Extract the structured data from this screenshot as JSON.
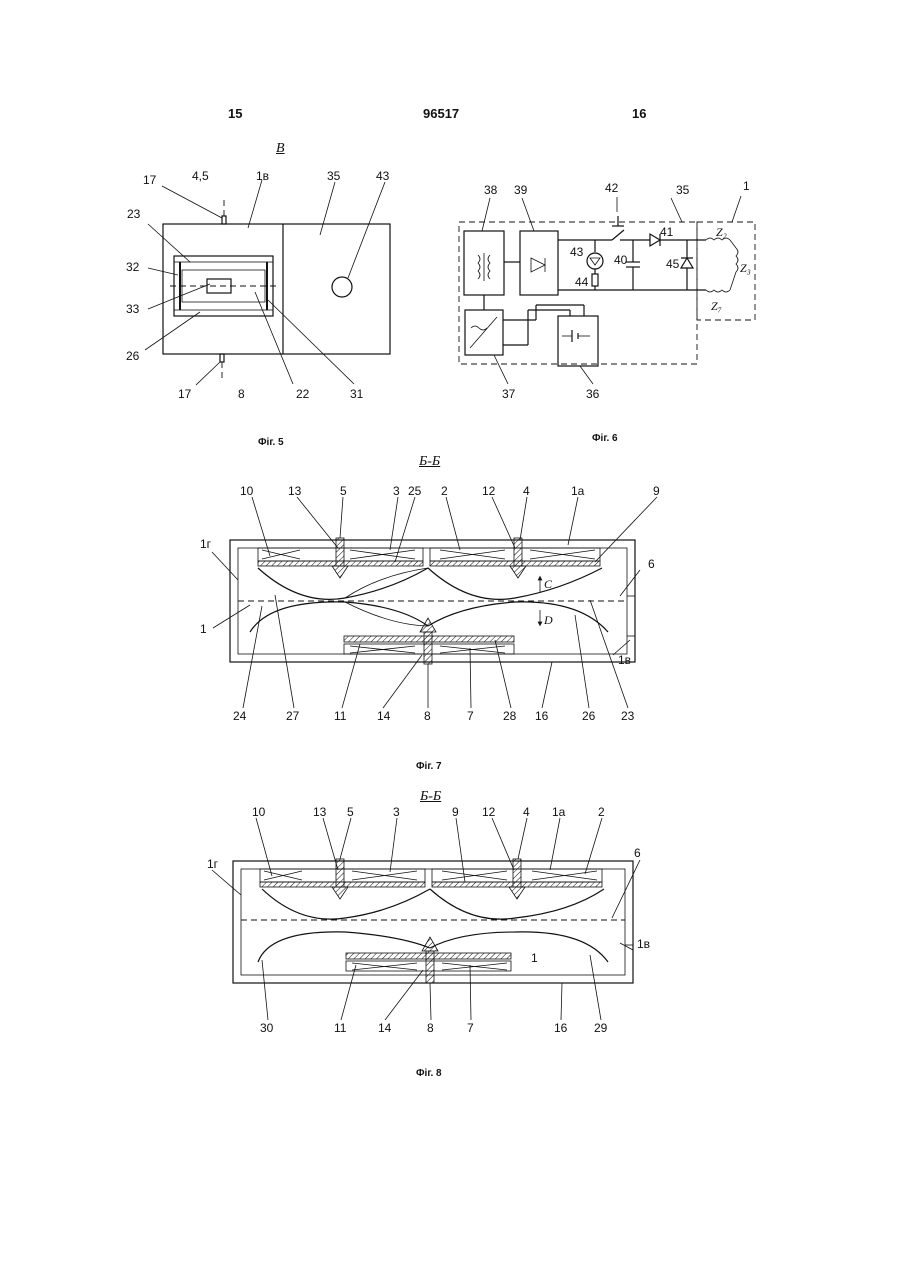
{
  "header": {
    "page_left": "15",
    "patent_number": "96517",
    "page_right": "16"
  },
  "fig5": {
    "section_label": "В",
    "caption": "Фіг. 5",
    "labels": [
      "17",
      "4,5",
      "1в",
      "35",
      "43",
      "23",
      "32",
      "33",
      "26",
      "17",
      "8",
      "22",
      "31"
    ]
  },
  "fig6": {
    "caption": "Фіг. 6",
    "labels": [
      "42",
      "35",
      "1",
      "38",
      "39",
      "41",
      "43",
      "40",
      "45",
      "44",
      "37",
      "36"
    ],
    "impedances": [
      "Z2",
      "Z3",
      "Z7"
    ]
  },
  "fig7": {
    "section_label": "Б-Б",
    "caption": "Фіг. 7",
    "labels": [
      "10",
      "13",
      "5",
      "3",
      "25",
      "2",
      "12",
      "4",
      "1а",
      "9",
      "1г",
      "6",
      "1",
      "1в",
      "24",
      "27",
      "11",
      "14",
      "8",
      "7",
      "28",
      "16",
      "26",
      "23"
    ],
    "arrows": [
      "C",
      "D"
    ]
  },
  "fig8": {
    "section_label": "Б-Б",
    "caption": "Фіг. 8",
    "labels": [
      "10",
      "13",
      "5",
      "3",
      "9",
      "12",
      "4",
      "1а",
      "2",
      "1г",
      "6",
      "1в",
      "30",
      "11",
      "14",
      "8",
      "7",
      "1",
      "16",
      "29"
    ]
  }
}
